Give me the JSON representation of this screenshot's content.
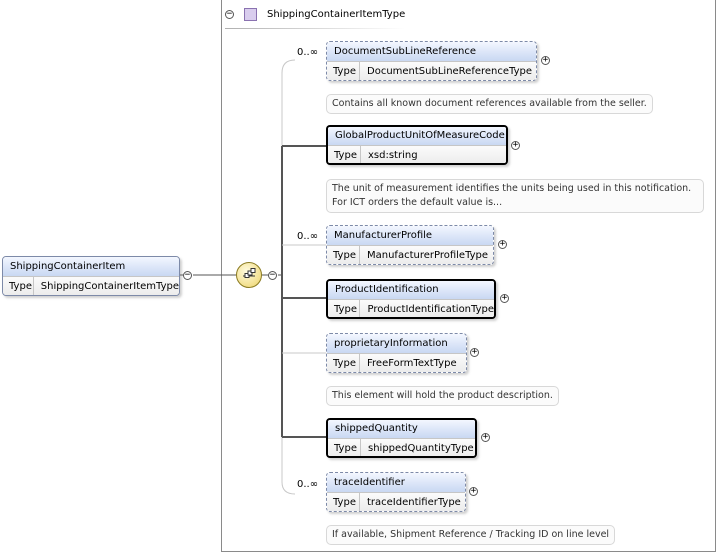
{
  "header": {
    "type_name": "ShippingContainerItemType"
  },
  "root": {
    "name": "ShippingContainerItem",
    "type_label": "Type",
    "type_value": "ShippingContainerItemType"
  },
  "children": [
    {
      "name": "DocumentSubLineReference",
      "type_label": "Type",
      "type_value": "DocumentSubLineReferenceType",
      "cardinality": "0..∞",
      "optional": true,
      "doc": [
        "Contains all known document references available from the seller."
      ]
    },
    {
      "name": "GlobalProductUnitOfMeasureCode",
      "type_label": "Type",
      "type_value": "xsd:string",
      "cardinality": "",
      "optional": false,
      "doc": [
        "The unit of measurement identifies the units being used in this notification.",
        "For ICT orders the default value is..."
      ]
    },
    {
      "name": "ManufacturerProfile",
      "type_label": "Type",
      "type_value": "ManufacturerProfileType",
      "cardinality": "0..∞",
      "optional": true,
      "doc": []
    },
    {
      "name": "ProductIdentification",
      "type_label": "Type",
      "type_value": "ProductIdentificationType",
      "cardinality": "",
      "optional": false,
      "doc": []
    },
    {
      "name": "proprietaryInformation",
      "type_label": "Type",
      "type_value": "FreeFormTextType",
      "cardinality": "",
      "optional": true,
      "doc": [
        "This element will hold the product description."
      ]
    },
    {
      "name": "shippedQuantity",
      "type_label": "Type",
      "type_value": "shippedQuantityType",
      "cardinality": "",
      "optional": false,
      "doc": []
    },
    {
      "name": "traceIdentifier",
      "type_label": "Type",
      "type_value": "traceIdentifierType",
      "cardinality": "0..∞",
      "optional": true,
      "doc": [
        "If available, Shipment Reference / Tracking ID on line level"
      ]
    }
  ],
  "icons": {
    "collapse": "minus-toggle-icon",
    "expand": "plus-toggle-icon",
    "complex_type": "complex-type-icon",
    "sequence": "sequence-compositor-icon"
  }
}
